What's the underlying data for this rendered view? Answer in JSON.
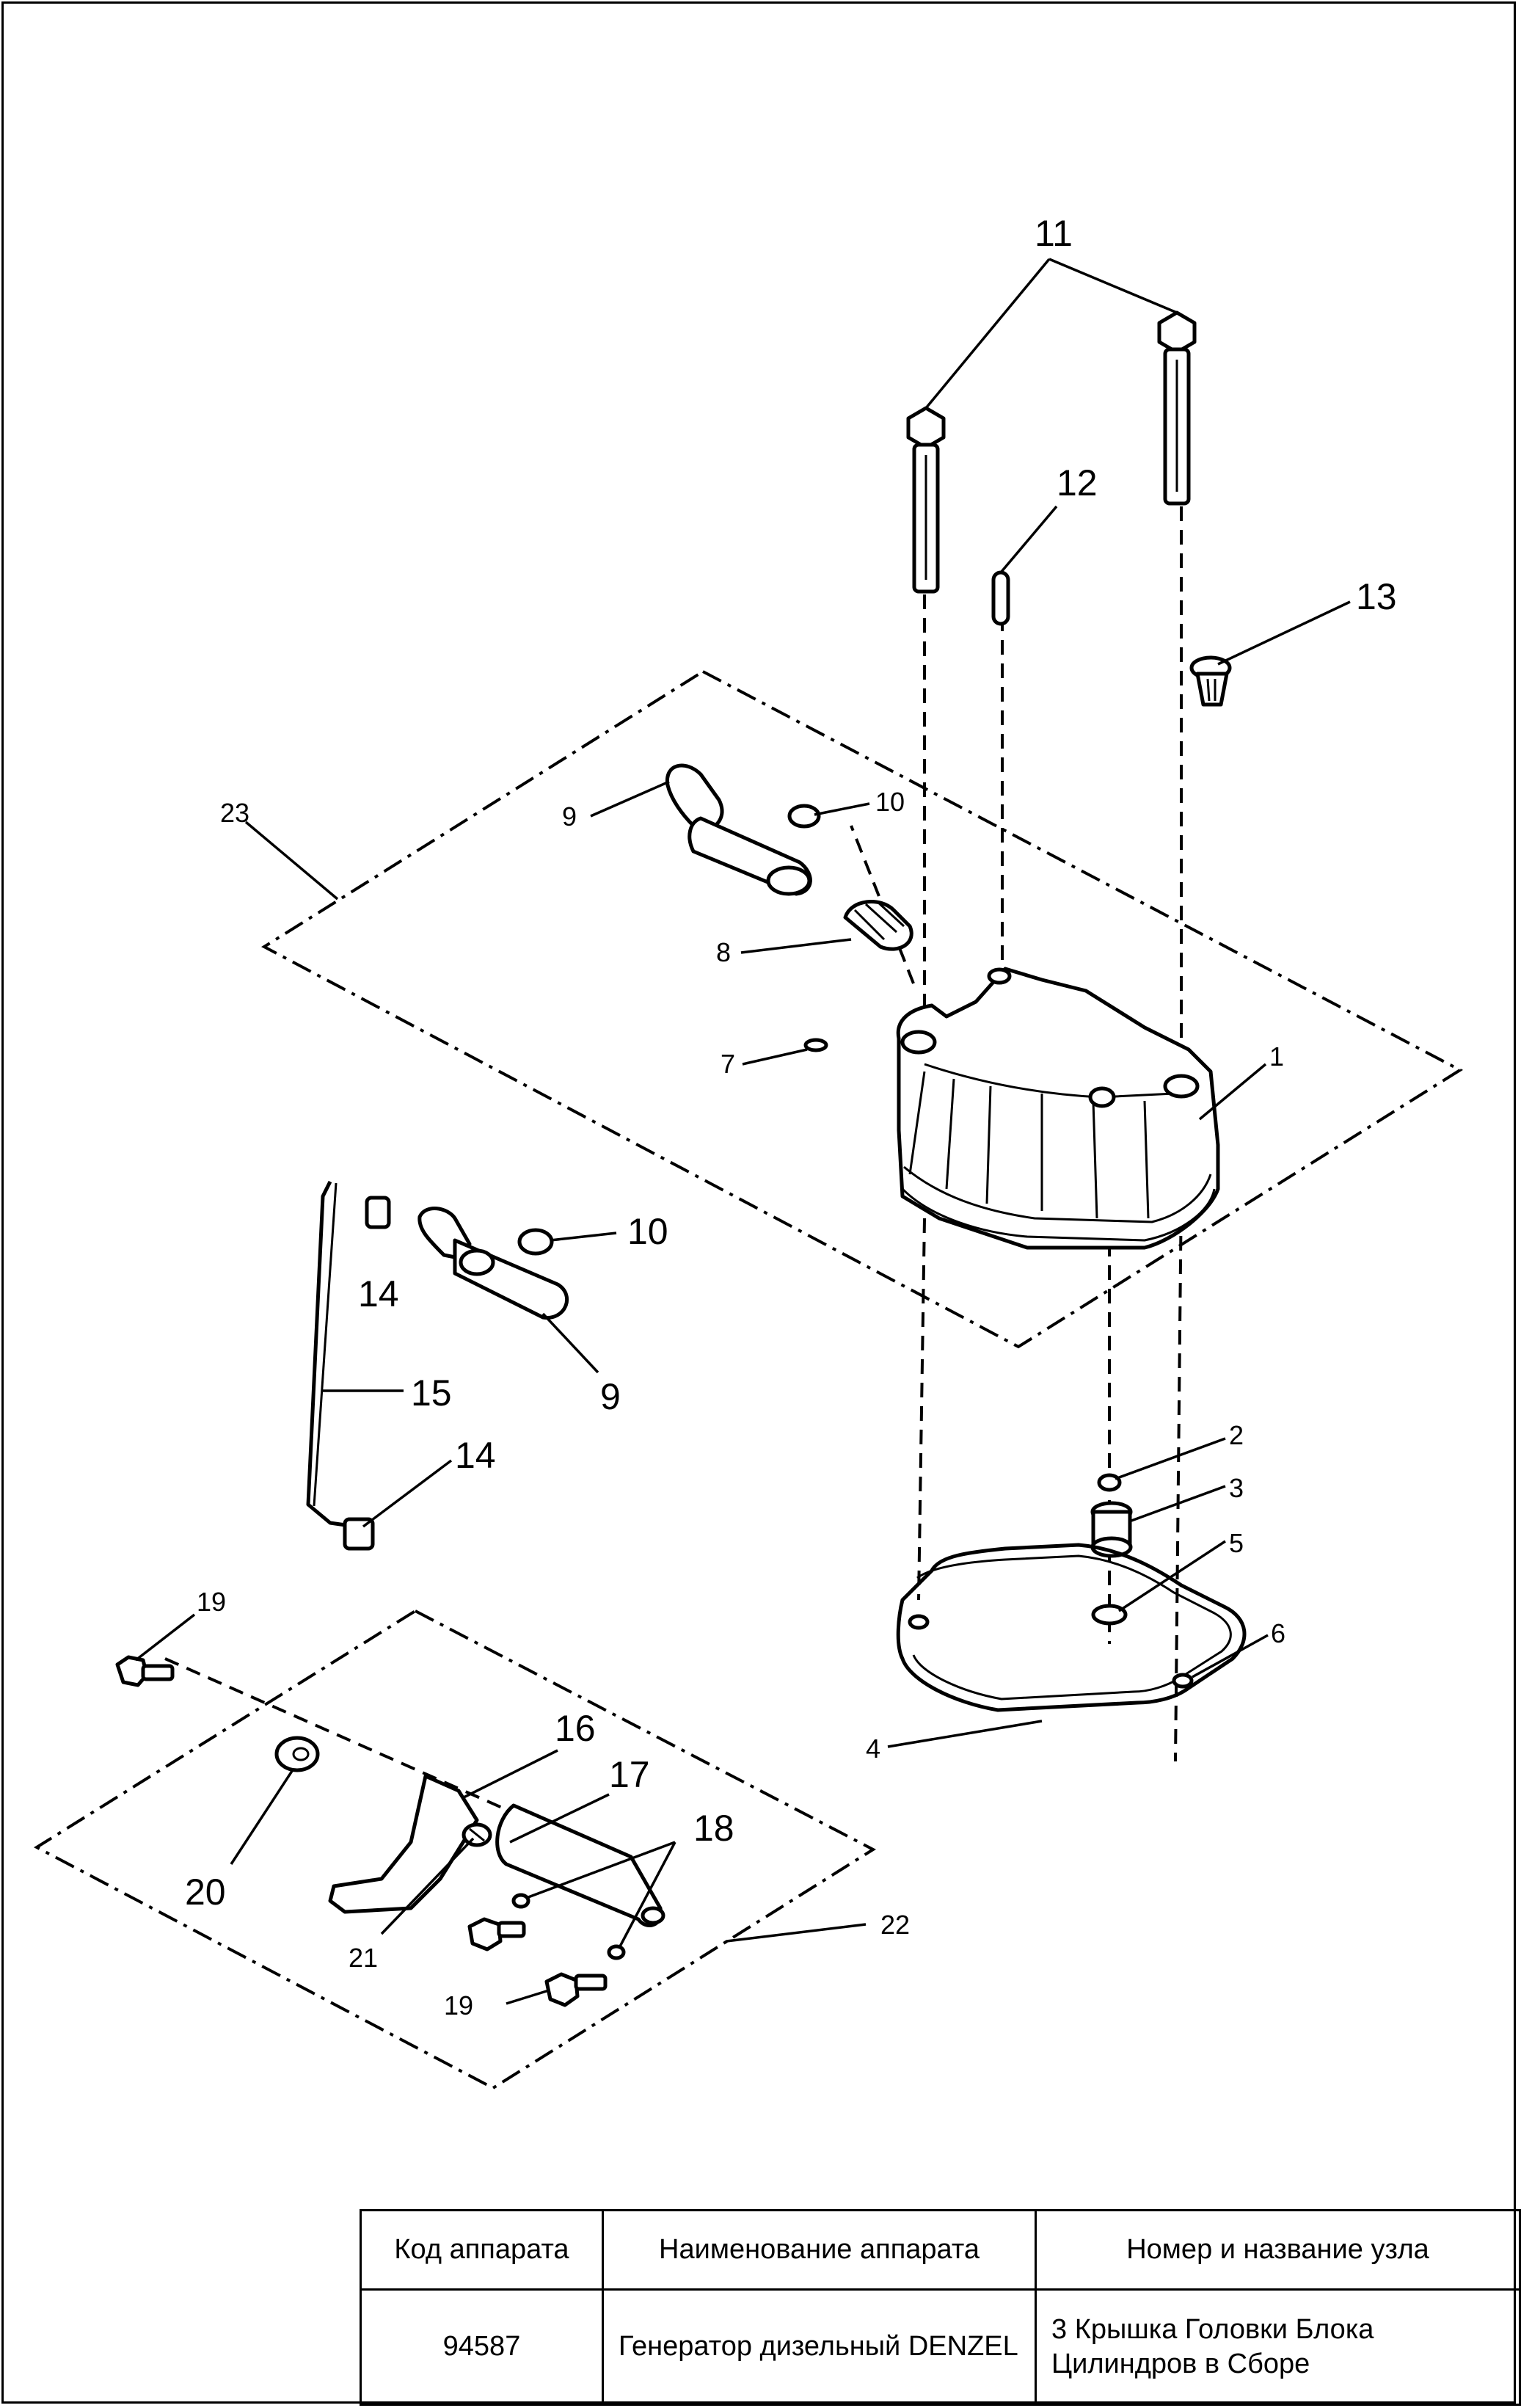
{
  "callouts": {
    "c1": "1",
    "c2": "2",
    "c3": "3",
    "c4": "4",
    "c5": "5",
    "c6": "6",
    "c7": "7",
    "c8": "8",
    "c9a": "9",
    "c9b": "9",
    "c10a": "10",
    "c10b": "10",
    "c11": "11",
    "c12": "12",
    "c13": "13",
    "c14a": "14",
    "c14b": "14",
    "c15": "15",
    "c16": "16",
    "c17": "17",
    "c18": "18",
    "c19a": "19",
    "c19b": "19",
    "c20": "20",
    "c21": "21",
    "c22": "22",
    "c23": "23"
  },
  "title_block": {
    "headers": [
      "Код аппарата",
      "Наименование аппарата",
      "Номер и название узла"
    ],
    "code": "94587",
    "name": "Генератор дизельный DENZEL",
    "assembly": "3 Крышка Головки Блока Цилиндров в Сборе"
  }
}
